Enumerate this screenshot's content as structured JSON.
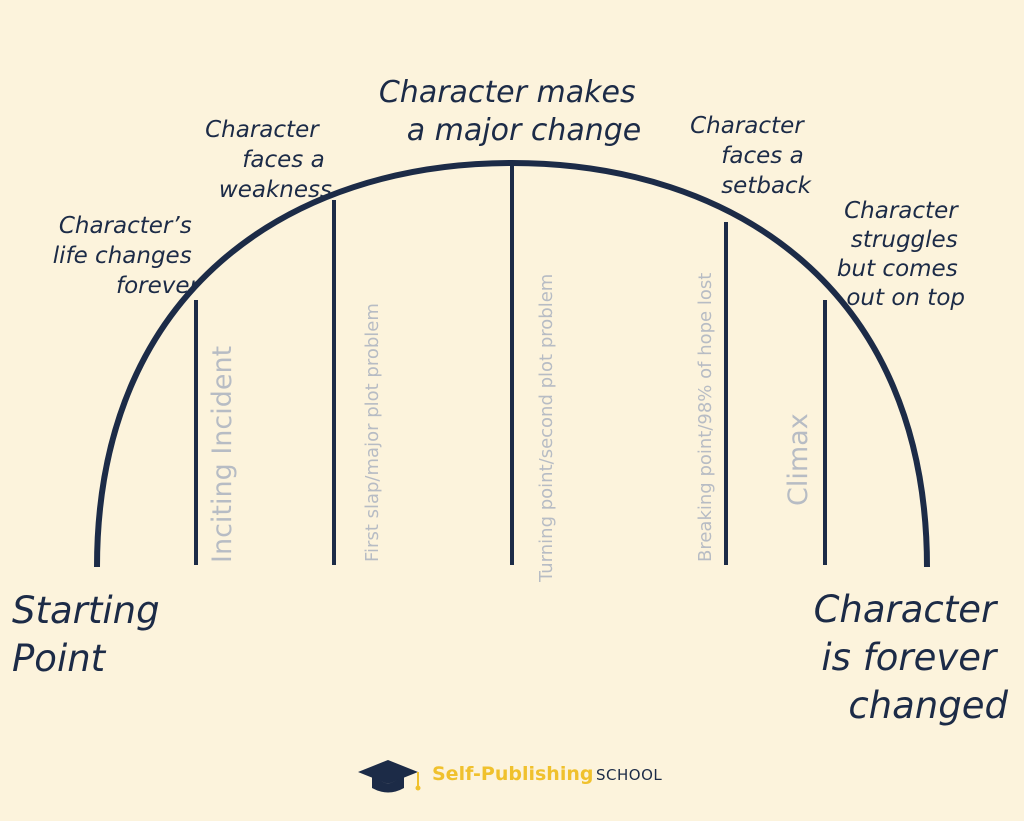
{
  "diagram": {
    "start_label": [
      "Starting",
      "Point"
    ],
    "end_label": [
      "Character",
      "is forever",
      "changed"
    ],
    "events": [
      {
        "id": "inciting",
        "caption": [
          "Character’s",
          "life changes",
          "forever"
        ],
        "stage": "Inciting Incident"
      },
      {
        "id": "first-slap",
        "caption": [
          "Character",
          "faces a",
          "weakness"
        ],
        "stage": "First slap/major plot problem"
      },
      {
        "id": "turning",
        "caption": [
          "Character makes",
          "a major change"
        ],
        "stage": "Turning point/second plot problem"
      },
      {
        "id": "breaking",
        "caption": [
          "Character",
          "faces a",
          "setback"
        ],
        "stage": "Breaking point/98% of hope lost"
      },
      {
        "id": "climax",
        "caption": [
          "Character",
          "struggles",
          "but comes",
          "out on top"
        ],
        "stage": "Climax"
      }
    ]
  },
  "logo": {
    "brand": "Self-Publishing",
    "suffix": "SCHOOL",
    "icon": "graduation-cap-icon"
  },
  "colors": {
    "background": "#fcf3dc",
    "arc": "#1c2b47",
    "stage_text": "#b7bcc4",
    "brand": "#f0c12d"
  }
}
